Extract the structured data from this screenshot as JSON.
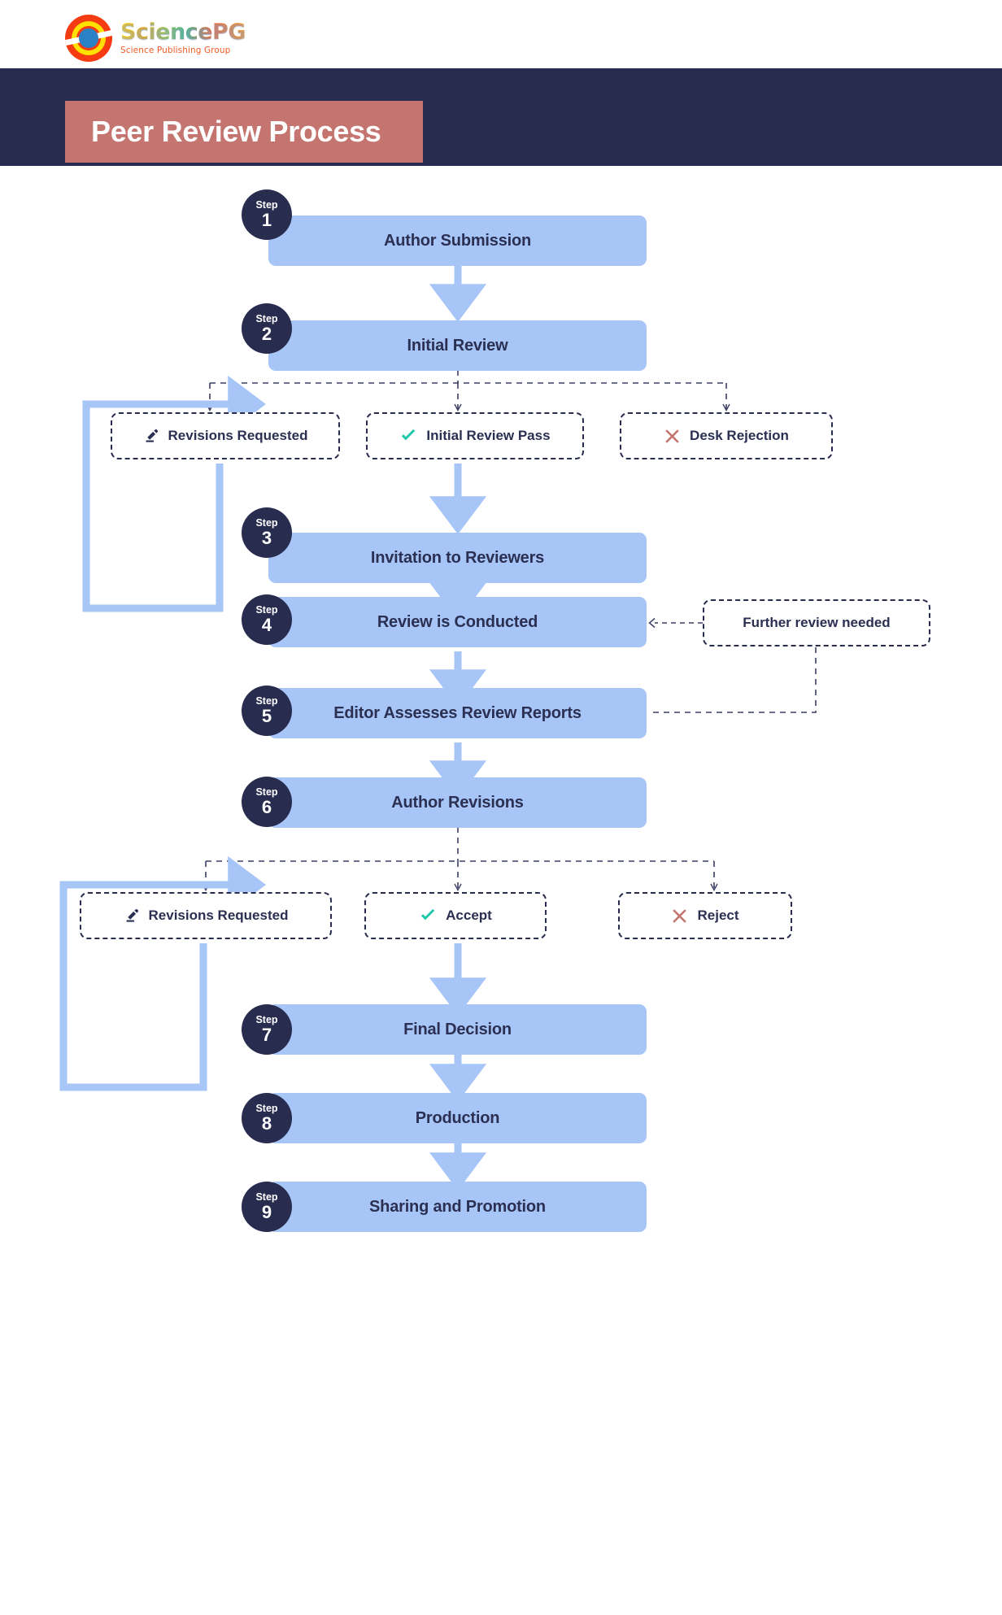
{
  "brand": {
    "logo_icon": "sciencepg-logo-icon",
    "name": "SciencePG",
    "tagline": "Science Publishing Group"
  },
  "header": {
    "title": "Peer Review Process",
    "band_color": "#282c4f",
    "chip_color": "#c4756f"
  },
  "colors": {
    "step_box": "#a7c6f7",
    "badge": "#282c4f",
    "text_dark": "#2b2f52",
    "accent_green": "#1fc8a9",
    "accent_red": "#c4756f",
    "arrow_blue": "#a7c6f7"
  },
  "flow": {
    "badge_word": "Step",
    "steps": [
      {
        "num": "1",
        "label": "Author Submission"
      },
      {
        "num": "2",
        "label": "Initial Review"
      },
      {
        "num": "3",
        "label": "Invitation to Reviewers"
      },
      {
        "num": "4",
        "label": "Review is Conducted"
      },
      {
        "num": "5",
        "label": "Editor Assesses Review Reports"
      },
      {
        "num": "6",
        "label": "Author Revisions"
      },
      {
        "num": "7",
        "label": "Final Decision"
      },
      {
        "num": "8",
        "label": "Production"
      },
      {
        "num": "9",
        "label": "Sharing and Promotion"
      }
    ],
    "decisions_1": [
      {
        "icon": "pencil-icon",
        "label": "Revisions Requested"
      },
      {
        "icon": "check-icon",
        "label": "Initial Review Pass"
      },
      {
        "icon": "cross-icon",
        "label": "Desk Rejection"
      }
    ],
    "decisions_2": [
      {
        "icon": "pencil-icon",
        "label": "Revisions Requested"
      },
      {
        "icon": "check-icon",
        "label": "Accept"
      },
      {
        "icon": "cross-icon",
        "label": "Reject"
      }
    ],
    "side_note": {
      "label": "Further review needed"
    }
  }
}
